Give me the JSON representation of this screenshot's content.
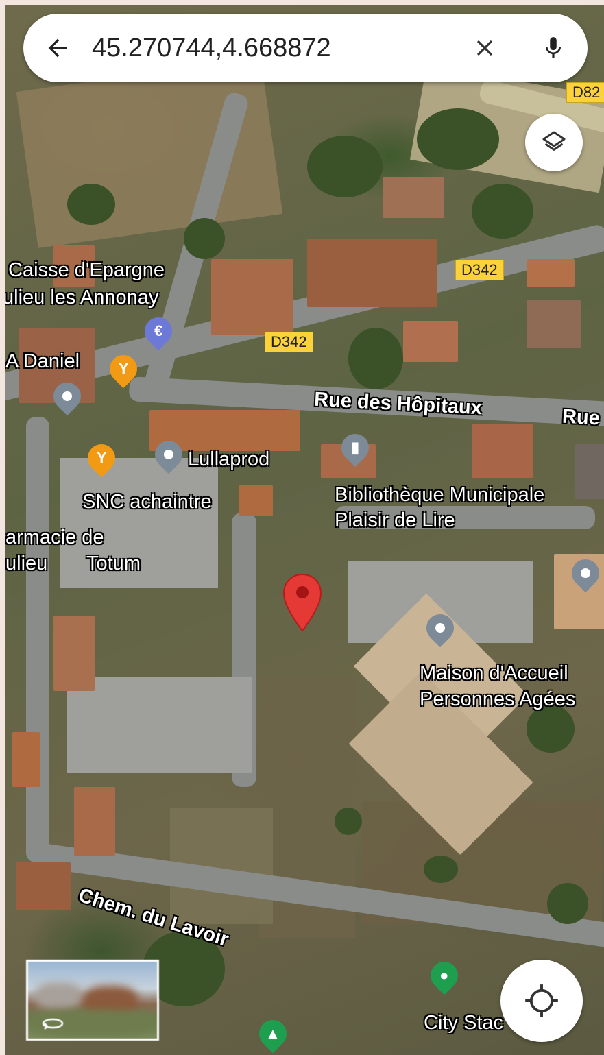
{
  "search": {
    "query": "45.270744,4.668872"
  },
  "colors": {
    "pin_red": "#e53935",
    "shield_yellow": "#fbd23a"
  },
  "icons": {
    "back": "arrow-left-icon",
    "clear": "close-icon",
    "mic": "microphone-icon",
    "layers": "layers-icon",
    "location": "my-location-icon",
    "streetview": "rotate-360-icon"
  },
  "map": {
    "road_labels": [
      "Rue des Hôpitaux",
      "Rue",
      "Chem. du Lavoir"
    ],
    "route_shields": [
      "D342",
      "D342",
      "D82"
    ],
    "poi_labels": {
      "caisse_line1": "Caisse d'Epargne",
      "caisse_line2": "ulieu les Annonay",
      "daniel": "A Daniel",
      "lullaprod": "Lullaprod",
      "snc": "SNC achaintre",
      "pharmacie_line1": "armacie de",
      "pharmacie_line2": "ulieu",
      "totum": "Totum",
      "biblio_line1": "Bibliothèque Municipale",
      "biblio_line2": "Plaisir de Lire",
      "maison_line1": "Maison d'Accueil",
      "maison_line2": "Personnes Agées",
      "city_stadium": "City Stac"
    }
  }
}
